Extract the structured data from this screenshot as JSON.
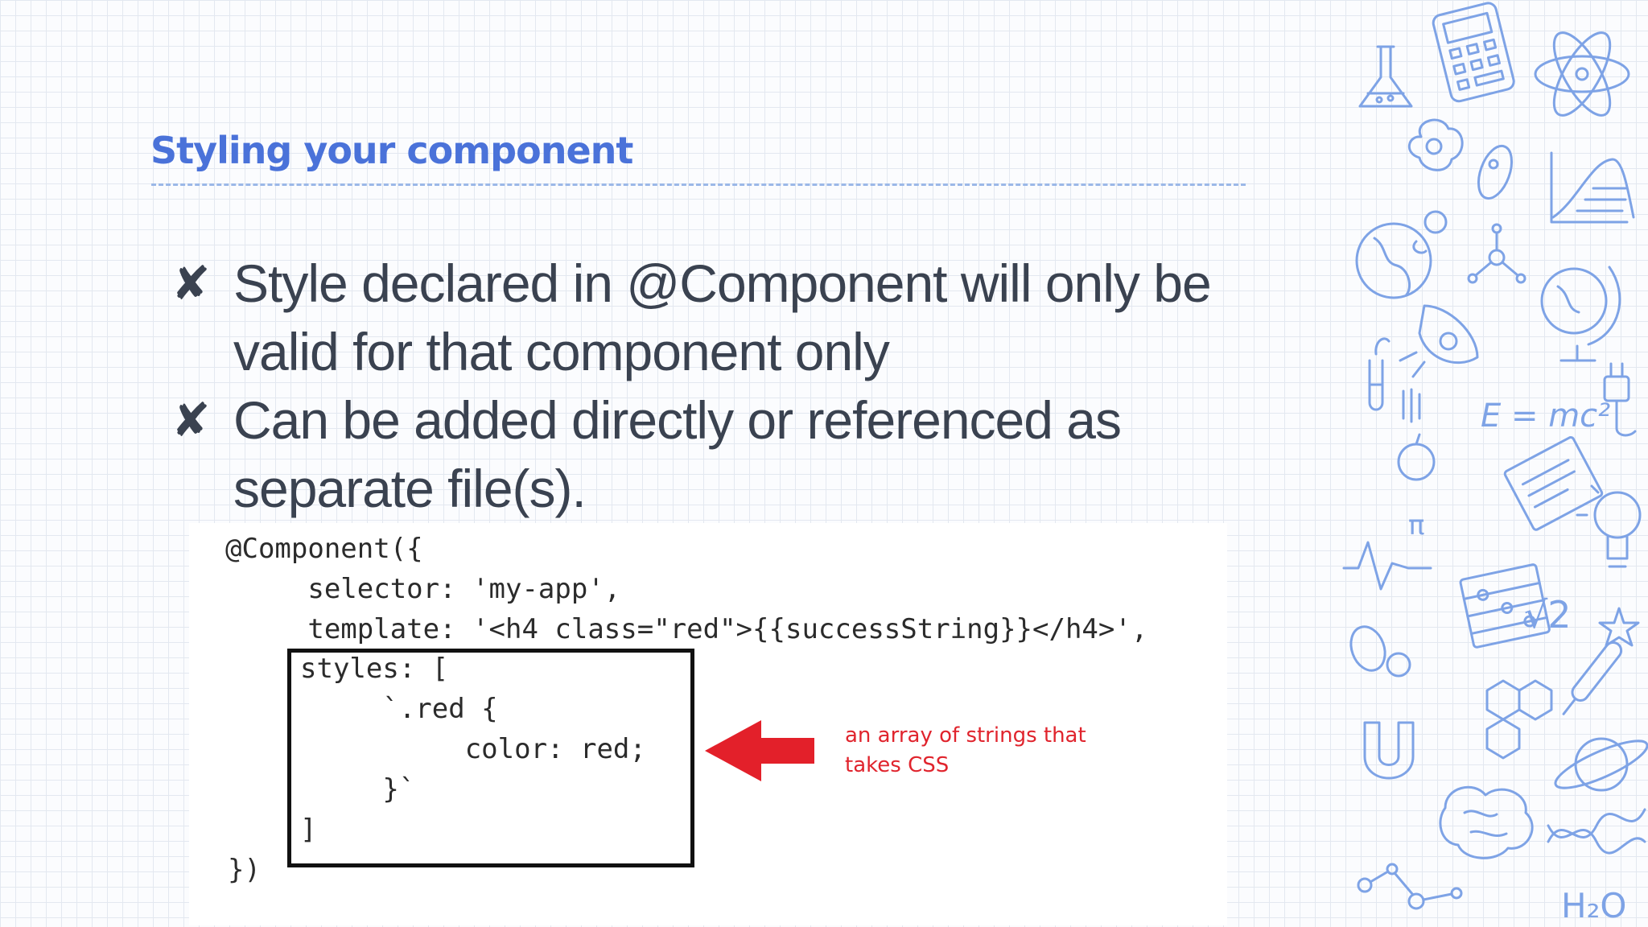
{
  "slide": {
    "title": "Styling your component"
  },
  "bullets": [
    {
      "mark": "✘",
      "text": "Style declared in @Component will only be valid for that component only"
    },
    {
      "mark": "✘",
      "text": "Can be added directly or referenced as separate file(s)."
    }
  ],
  "code_sample": {
    "lines_before_box": "@Component({\n     selector: 'my-app',\n     template: '<h4 class=\"red\">{{successString}}</h4>',",
    "boxed_lines": "styles: [\n     `.red {\n          color: red;\n     }`\n]",
    "closing_line": "})"
  },
  "annotation": {
    "text": "an array of strings that takes CSS",
    "arrow_color": "#e3202a"
  },
  "doodle_formulas": {
    "energy": "E = mc²",
    "root": "√2",
    "pi": "π",
    "water": "H₂O"
  },
  "colors": {
    "title": "#4a72d9",
    "body_text": "#3a4250",
    "doodle_stroke": "#7ea3e6"
  }
}
